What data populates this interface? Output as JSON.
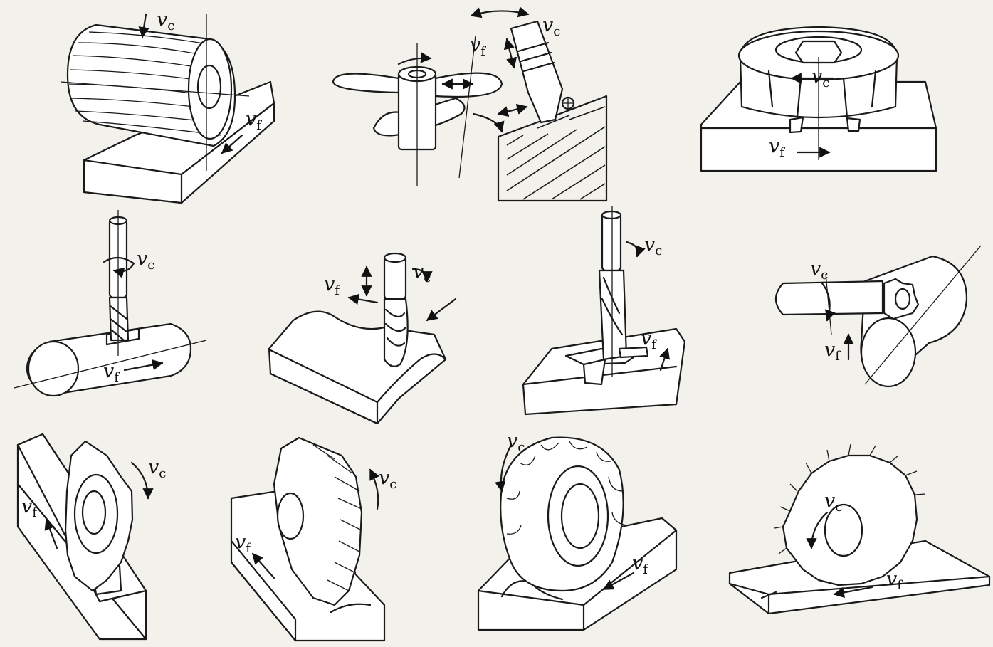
{
  "figure": {
    "panels": [
      {
        "id": "helical-plain-milling",
        "vc": "v",
        "vc_sub": "c",
        "vf": "v",
        "vf_sub": "f"
      },
      {
        "id": "propeller-contour-milling",
        "vc": "v",
        "vc_sub": "c",
        "vf": "v",
        "vf_sub": "f"
      },
      {
        "id": "face-milling",
        "vc": "v",
        "vc_sub": "c",
        "vf": "v",
        "vf_sub": "f"
      },
      {
        "id": "keyway-end-milling",
        "vc": "v",
        "vc_sub": "c",
        "vf": "v",
        "vf_sub": "f"
      },
      {
        "id": "ball-end-slot-milling",
        "vc": "v",
        "vc_sub": "c",
        "vf": "v",
        "vf_sub": "f"
      },
      {
        "id": "t-slot-end-milling",
        "vc": "v",
        "vc_sub": "c",
        "vf": "v",
        "vf_sub": "f"
      },
      {
        "id": "woodruff-keyseat-milling",
        "vc": "v",
        "vc_sub": "c",
        "vf": "v",
        "vf_sub": "f"
      },
      {
        "id": "side-and-face-milling",
        "vc": "v",
        "vc_sub": "c",
        "vf": "v",
        "vf_sub": "f"
      },
      {
        "id": "angle-milling",
        "vc": "v",
        "vc_sub": "c",
        "vf": "v",
        "vf_sub": "f"
      },
      {
        "id": "form-milling",
        "vc": "v",
        "vc_sub": "c",
        "vf": "v",
        "vf_sub": "f"
      },
      {
        "id": "slitting-saw",
        "vc": "v",
        "vc_sub": "c",
        "vf": "v",
        "vf_sub": "f"
      }
    ]
  }
}
